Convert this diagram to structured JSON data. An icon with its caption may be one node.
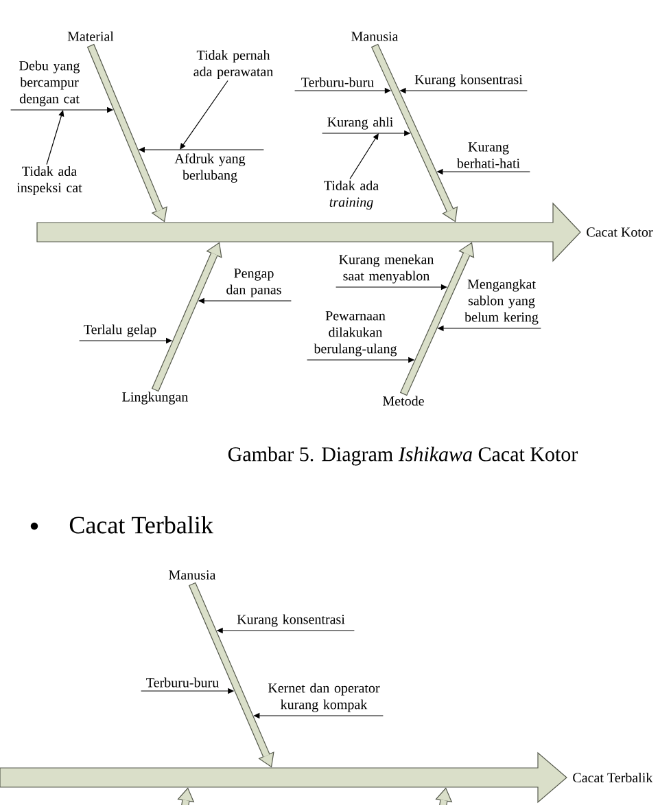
{
  "diagram": {
    "caption": "Gambar 5. Diagram *Ishikawa* Cacat Kotor",
    "nodes": [
      {
        "text": [
          "Material"
        ]
      },
      {
        "text": [
          "Debu yang bercampur dengan cat"
        ]
      },
      {
        "text": [
          "Tidak ada inspeksi cat"
        ]
      },
      {
        "text": [
          "Tidak pernah ada perawatan"
        ]
      },
      {
        "text": [
          "Afdruk yang berlubang"
        ]
      },
      {
        "text": [
          "Manusia"
        ]
      },
      {
        "text": [
          "Terburu-buru"
        ]
      },
      {
        "text": [
          "Kurang konsentrasi"
        ]
      },
      {
        "text": [
          "Kurang ahli"
        ]
      },
      {
        "text": [
          "Kurang berhati-hati"
        ]
      },
      {
        "text": [
          "Tidak ada *training*"
        ]
      },
      {
        "text": [],
        "shape": "arrow",
        "beside": [
          "Cacat Kotor"
        ]
      },
      {
        "text": [
          "Pengap dan panas"
        ]
      },
      {
        "text": [
          "Terlalu gelap"
        ]
      },
      {
        "text": [
          "Lingkungan"
        ]
      },
      {
        "text": [
          "Kurang menekan saat menyablon"
        ]
      },
      {
        "text": [
          "Mengangkat sablon yang belum kering"
        ]
      },
      {
        "text": [
          "Pewarnaan dilakukan berulang-ulang"
        ]
      },
      {
        "text": [
          "Metode"
        ]
      },
      {
        "text": [
          "Manusia"
        ]
      },
      {
        "text": [
          "Kurang konsentrasi"
        ]
      },
      {
        "text": [
          "Terburu-buru"
        ]
      },
      {
        "text": [
          "Kernet dan operator kurang kompak"
        ]
      },
      {
        "text": [],
        "shape": "arrow",
        "beside": [
          "Cacat Terbalik"
        ]
      }
    ],
    "edges": [
      {
        "from": 0,
        "to": 11,
        "arrow": "to",
        "style": "thick",
        "color": "#55594c"
      },
      {
        "from": 1,
        "to": null,
        "arrow": "to"
      },
      {
        "from": 2,
        "to": 1,
        "arrow": "to"
      },
      {
        "from": 3,
        "to": 4,
        "arrow": "to"
      },
      {
        "from": 4,
        "to": null,
        "arrow": "to"
      },
      {
        "from": 5,
        "to": 11,
        "arrow": "to",
        "style": "thick",
        "color": "#55594c"
      },
      {
        "from": 6,
        "to": null,
        "arrow": "to"
      },
      {
        "from": 7,
        "to": null,
        "arrow": "to"
      },
      {
        "from": 8,
        "to": null,
        "arrow": "to"
      },
      {
        "from": 9,
        "to": null,
        "arrow": "to"
      },
      {
        "from": 10,
        "to": 8,
        "arrow": "to"
      },
      {
        "from": 14,
        "to": 11,
        "arrow": "to",
        "style": "thick",
        "color": "#55594c"
      },
      {
        "from": 12,
        "to": null,
        "arrow": "to"
      },
      {
        "from": 13,
        "to": null,
        "arrow": "to"
      },
      {
        "from": 18,
        "to": 11,
        "arrow": "to",
        "style": "thick",
        "color": "#55594c"
      },
      {
        "from": 15,
        "to": null,
        "arrow": "to"
      },
      {
        "from": 16,
        "to": null,
        "arrow": "to"
      },
      {
        "from": 17,
        "to": null,
        "arrow": "to"
      },
      {
        "from": 19,
        "to": 23,
        "arrow": "to",
        "style": "thick",
        "color": "#55594c"
      },
      {
        "from": 20,
        "to": null,
        "arrow": "to"
      },
      {
        "from": 21,
        "to": null,
        "arrow": "to"
      },
      {
        "from": 22,
        "to": null,
        "arrow": "to"
      },
      {
        "from": null,
        "to": 23,
        "arrow": "to",
        "style": "thick",
        "color": "#55594c"
      },
      {
        "from": null,
        "to": 23,
        "arrow": "to",
        "style": "thick",
        "color": "#55594c"
      }
    ],
    "labels": [
      "Cacat Terbalik"
    ]
  }
}
